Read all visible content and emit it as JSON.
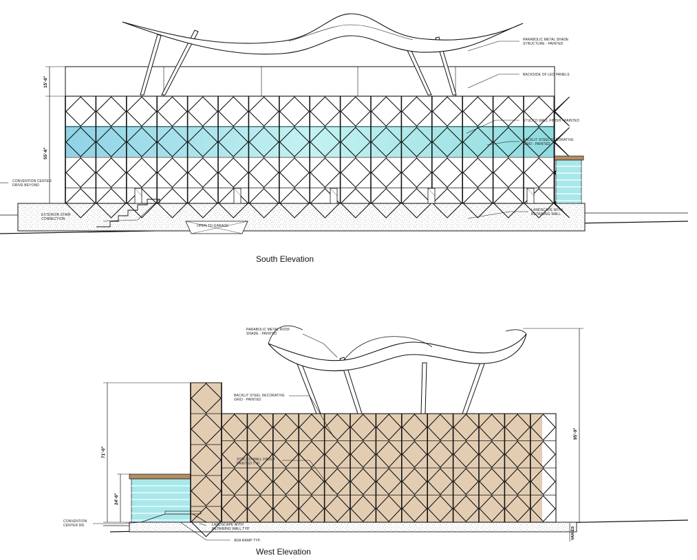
{
  "colors": {
    "line": "#1a1a1a",
    "glass_band": "#a6e6ee",
    "glass_band_deep": "#7fcfe0",
    "storefront": "#9fe0e6",
    "stucco_tan": "#e2cdb3",
    "roof_cap": "#b38d63",
    "ground_speckle": "#8a8a8a"
  },
  "south": {
    "title": "South Elevation",
    "dims": [
      "15'-6\"",
      "55'-6\""
    ],
    "notes": {
      "shade": [
        "PARABOLIC METAL SHADE",
        "STRUCTURE - PAINTED"
      ],
      "led": [
        "BACKSIDE OF LED PANELS"
      ],
      "stucco": [
        "STUCCO WALL FINISH - PAINTED"
      ],
      "grid": [
        "BACKLIT STEEL DECORATIVE",
        "GRID - PAINTED"
      ],
      "drive": [
        "CONVENTION CENTER",
        "DRIVE BEYOND"
      ],
      "stair": [
        "EXTERIOR STAIR",
        "CONNECTION"
      ],
      "garage": [
        "OPEN TO GARAGE"
      ],
      "landscape": [
        "LANDSCAPE WITH",
        "RETAINING WALL"
      ]
    }
  },
  "west": {
    "title": "West Elevation",
    "dims": [
      "71'-0\"",
      "24'-6\"",
      "95'-9\"",
      "VARIES"
    ],
    "notes": {
      "roof": [
        "PARABOLIC METAL ROOF",
        "SHADE - PAINTED"
      ],
      "grid": [
        "BACKLIT STEEL DECORATIVE",
        "GRID - PAINTED"
      ],
      "stucco": [
        "STUCCO WALL FINISH",
        "PAINTED TYP."
      ],
      "convention": [
        "CONVENTION",
        "CENTER DR."
      ],
      "landscape": [
        "LANDSCAPE WITH",
        "RETAINING WALL TYP."
      ],
      "ramp": [
        "ADA RAMP TYP."
      ]
    }
  }
}
